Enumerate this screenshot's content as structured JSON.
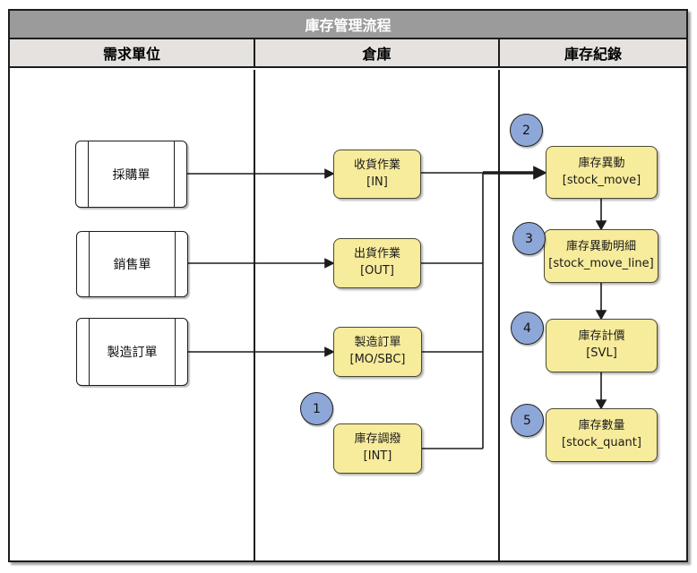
{
  "diagram": {
    "title": "庫存管理流程",
    "lanes": {
      "demand": "需求單位",
      "warehouse": "倉庫",
      "records": "庫存紀錄"
    },
    "demand_nodes": [
      {
        "label": "採購單"
      },
      {
        "label": "銷售單"
      },
      {
        "label": "製造訂單"
      }
    ],
    "warehouse_nodes": [
      {
        "label": "收貨作業",
        "code": "[IN]"
      },
      {
        "label": "出貨作業",
        "code": "[OUT]"
      },
      {
        "label": "製造訂單",
        "code": "[MO/SBC]"
      },
      {
        "label": "庫存調撥",
        "code": "[INT]"
      }
    ],
    "record_nodes": [
      {
        "label": "庫存異動",
        "code": "[stock_move]",
        "badge": "2"
      },
      {
        "label": "庫存異動明細",
        "code": "[stock_move_line]",
        "badge": "3"
      },
      {
        "label": "庫存計價",
        "code": "[SVL]",
        "badge": "4"
      },
      {
        "label": "庫存數量",
        "code": "[stock_quant]",
        "badge": "5"
      }
    ],
    "standalone_badge": "1",
    "colors": {
      "title_bg": "#9b9b9b",
      "title_text": "#ffffff",
      "header_bg": "#e5e2df",
      "task_fill": "#f7eb9c",
      "task_border": "#4a4a33",
      "badge_fill": "#8ea7d9",
      "line": "#1c1c1c"
    }
  }
}
